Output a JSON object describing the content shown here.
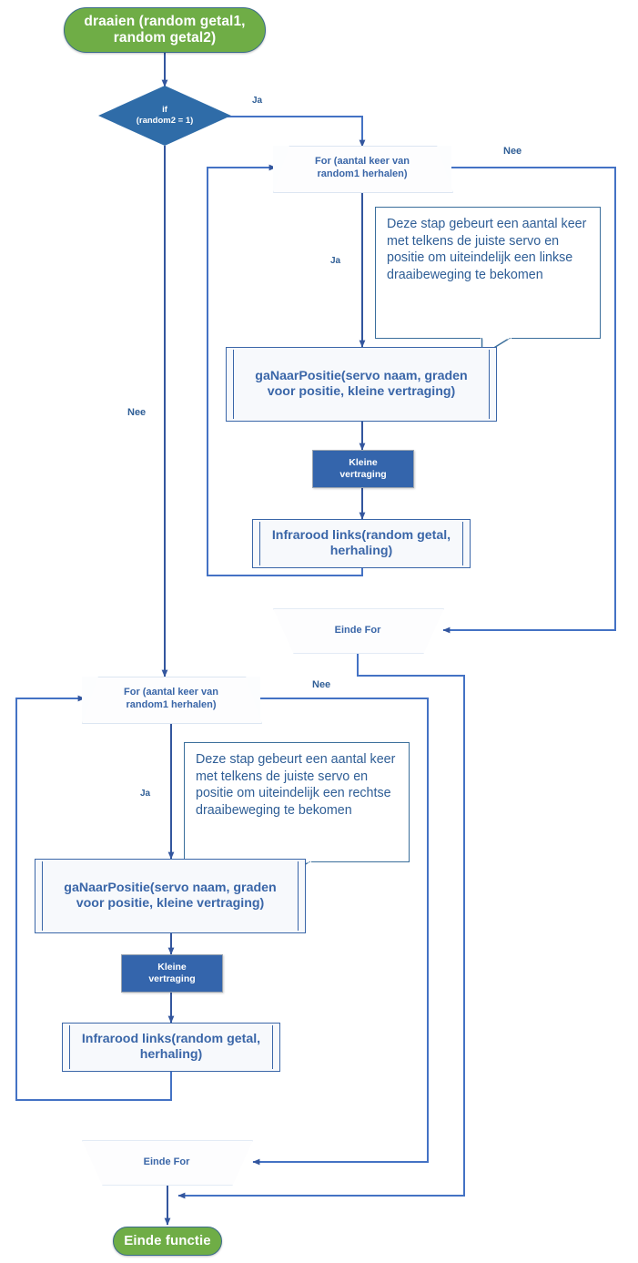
{
  "diagram": {
    "title": "draaien flowchart",
    "colors": {
      "terminator_fill": "#6FAD46",
      "terminator_border": "#3A6B8A",
      "decision_fill": "#2F6CA8",
      "process_fill": "#3465AC",
      "connector": "#4472C4",
      "text_blue": "#2F5E96",
      "loop_border": "#DCE6F2",
      "predef_border": "#3A66A8",
      "background": "#FFFFFF"
    }
  },
  "nodes": {
    "start": {
      "label": "draaien (random getal1, random getal2)"
    },
    "decision": {
      "label": "if\n(random2 = 1)",
      "line1": "if",
      "line2": "(random2 = 1)"
    },
    "for_left": {
      "label": "For (aantal keer van random1 herhalen)",
      "line1": "For (aantal keer van",
      "line2": "random1 herhalen)"
    },
    "callout_left": {
      "label": "Deze stap gebeurt een aantal keer met telkens de juiste servo en positie om uiteindelijk een linkse draaibeweging te bekomen"
    },
    "ganaarpositie_left": {
      "label": "gaNaarPositie(servo naam, graden voor positie, kleine vertraging)"
    },
    "vertraging_left": {
      "label": "Kleine vertraging",
      "line1": "Kleine",
      "line2": "vertraging"
    },
    "infrarood_left": {
      "label": "Infrarood links(random getal, herhaling)"
    },
    "endfor_left": {
      "label": "Einde For"
    },
    "for_right": {
      "label": "For (aantal keer van random1 herhalen)",
      "line1": "For (aantal keer van",
      "line2": "random1 herhalen)"
    },
    "callout_right": {
      "label": "Deze stap gebeurt een aantal keer met telkens de juiste servo en positie om uiteindelijk een rechtse draaibeweging te bekomen"
    },
    "ganaarpositie_right": {
      "label": "gaNaarPositie(servo naam, graden voor positie, kleine vertraging)"
    },
    "vertraging_right": {
      "label": "Kleine vertraging",
      "line1": "Kleine",
      "line2": "vertraging"
    },
    "infrarood_right": {
      "label": "Infrarood links(random getal, herhaling)"
    },
    "endfor_right": {
      "label": "Einde For"
    },
    "end": {
      "label": "Einde functie"
    }
  },
  "edge_labels": {
    "ja_decision": "Ja",
    "nee_decision": "Nee",
    "ja_for_left": "Ja",
    "nee_for_left": "Nee",
    "ja_for_right": "Ja",
    "nee_for_right": "Nee"
  }
}
